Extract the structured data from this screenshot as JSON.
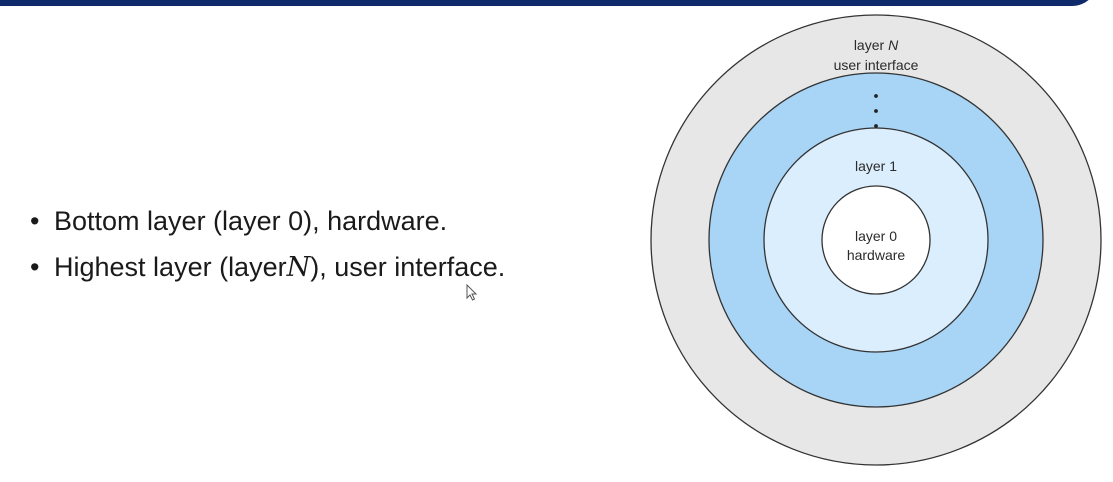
{
  "bullets": [
    {
      "text": "Bottom layer (layer 0), hardware."
    },
    {
      "prefix": "Highest layer (layer ",
      "math": "N",
      "suffix": "), user interface."
    }
  ],
  "diagram": {
    "rings": [
      {
        "label_line1": "layer",
        "label_line1_italic": "N",
        "label_line2": "user interface",
        "fill": "#e7e7e7"
      },
      {
        "label": "⋮",
        "fill": "#a8d4f5"
      },
      {
        "label": "layer 1",
        "fill": "#dbeefd"
      },
      {
        "label_line1": "layer 0",
        "label_line2": "hardware",
        "fill": "#ffffff"
      }
    ],
    "stroke": "#333333"
  },
  "colors": {
    "title_bar": "#0e2a6b",
    "text": "#1a1a1a"
  }
}
